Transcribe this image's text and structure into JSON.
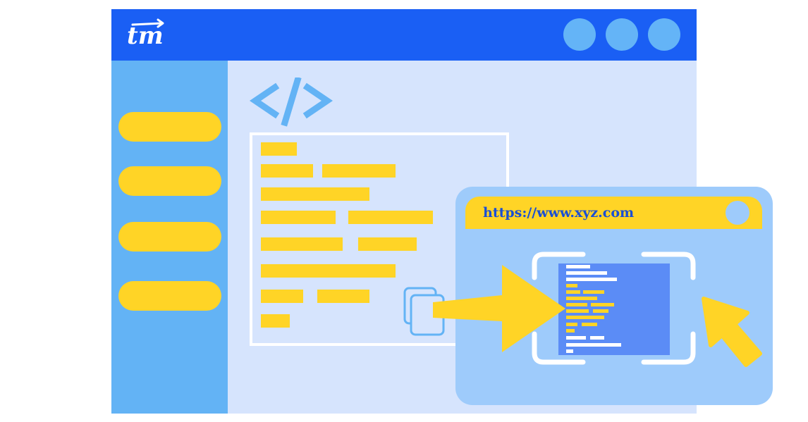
{
  "brand": {
    "logo_text": "tm",
    "colors": {
      "header": "#1a5ff4",
      "sidebar": "#63b3f5",
      "content": "#d6e4fd",
      "accent": "#ffd426",
      "preview": "#9ecbfb",
      "screen": "#5b8cf6",
      "url_text": "#1a4fd4"
    }
  },
  "window": {
    "controls": [
      "window-dot",
      "window-dot",
      "window-dot"
    ],
    "sidebar_items": 4,
    "code_icon": "code-brackets-icon"
  },
  "preview": {
    "url": "https://www.xyz.com",
    "icons": [
      "copy-icon",
      "arrow-right-icon",
      "cursor-icon",
      "focus-frame-icon"
    ]
  }
}
